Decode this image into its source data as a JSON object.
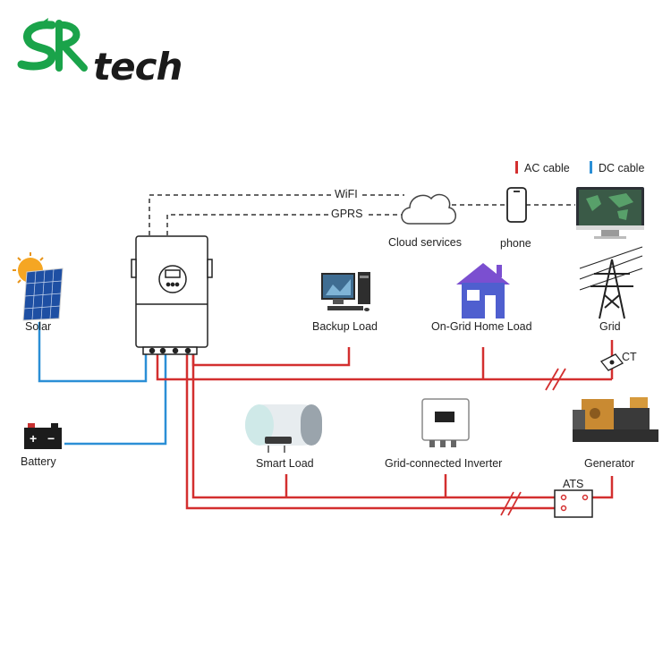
{
  "brand": {
    "logo_letters": "SR",
    "logo_word": "tech",
    "logo_color": "#1aa34a"
  },
  "legend": {
    "ac_label": "AC cable",
    "ac_color": "#d32f2f",
    "dc_label": "DC cable",
    "dc_color": "#2b8fd6"
  },
  "comm": {
    "wifi_label": "WiFI",
    "gprs_label": "GPRS"
  },
  "nodes": {
    "cloud": "Cloud services",
    "phone": "phone",
    "solar": "Solar",
    "backup_load": "Backup Load",
    "ongrid_home_load": "On-Grid Home Load",
    "grid": "Grid",
    "ct": "CT",
    "battery": "Battery",
    "smart_load": "Smart Load",
    "grid_inverter": "Grid-connected Inverter",
    "generator": "Generator",
    "ats": "ATS"
  },
  "battery_symbols": {
    "plus": "+",
    "minus": "−"
  }
}
